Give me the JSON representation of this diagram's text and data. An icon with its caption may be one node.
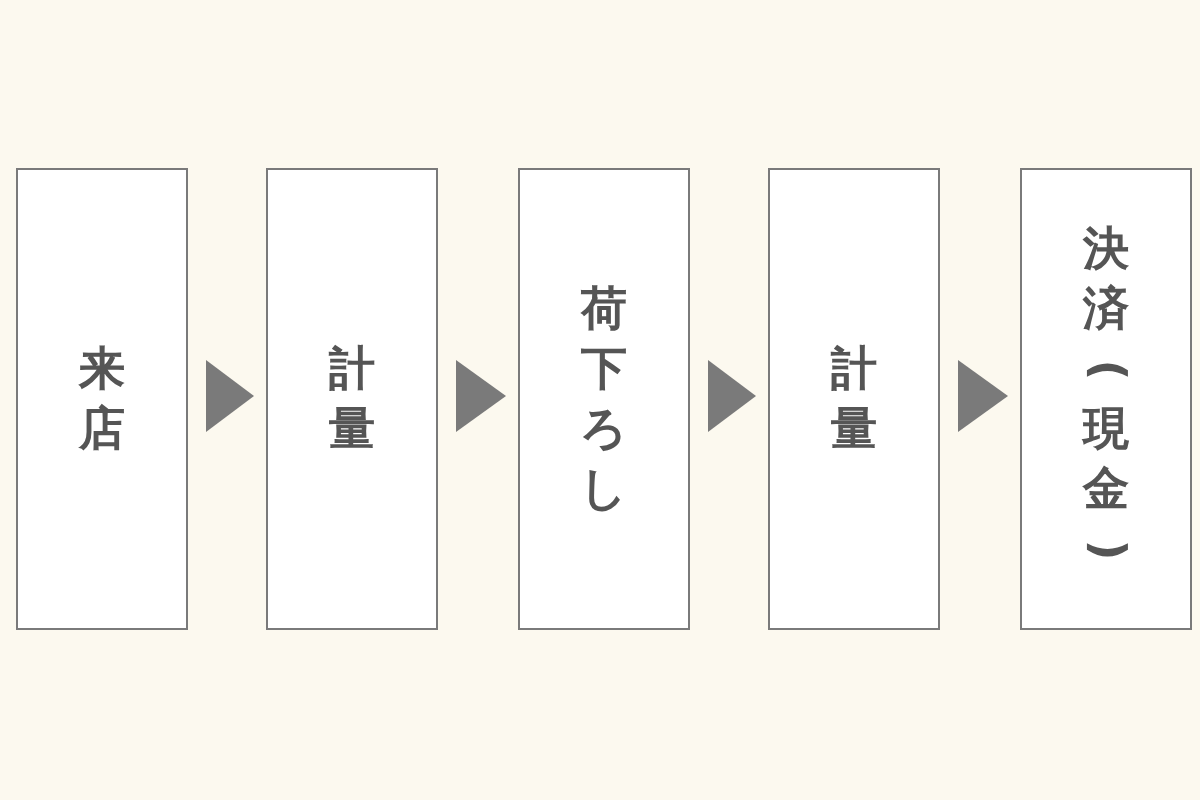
{
  "diagram": {
    "nodes": [
      {
        "text": [
          "来店"
        ]
      },
      {
        "text": [
          "計量"
        ]
      },
      {
        "text": [
          "荷下ろし"
        ]
      },
      {
        "text": [
          "計量"
        ]
      },
      {
        "text": [
          "決済(現金)"
        ]
      }
    ],
    "edges": [
      {
        "from": 0,
        "to": 1,
        "arrow": "to"
      },
      {
        "from": 1,
        "to": 2,
        "arrow": "to"
      },
      {
        "from": 2,
        "to": 3,
        "arrow": "to"
      },
      {
        "from": 3,
        "to": 4,
        "arrow": "to"
      }
    ]
  }
}
